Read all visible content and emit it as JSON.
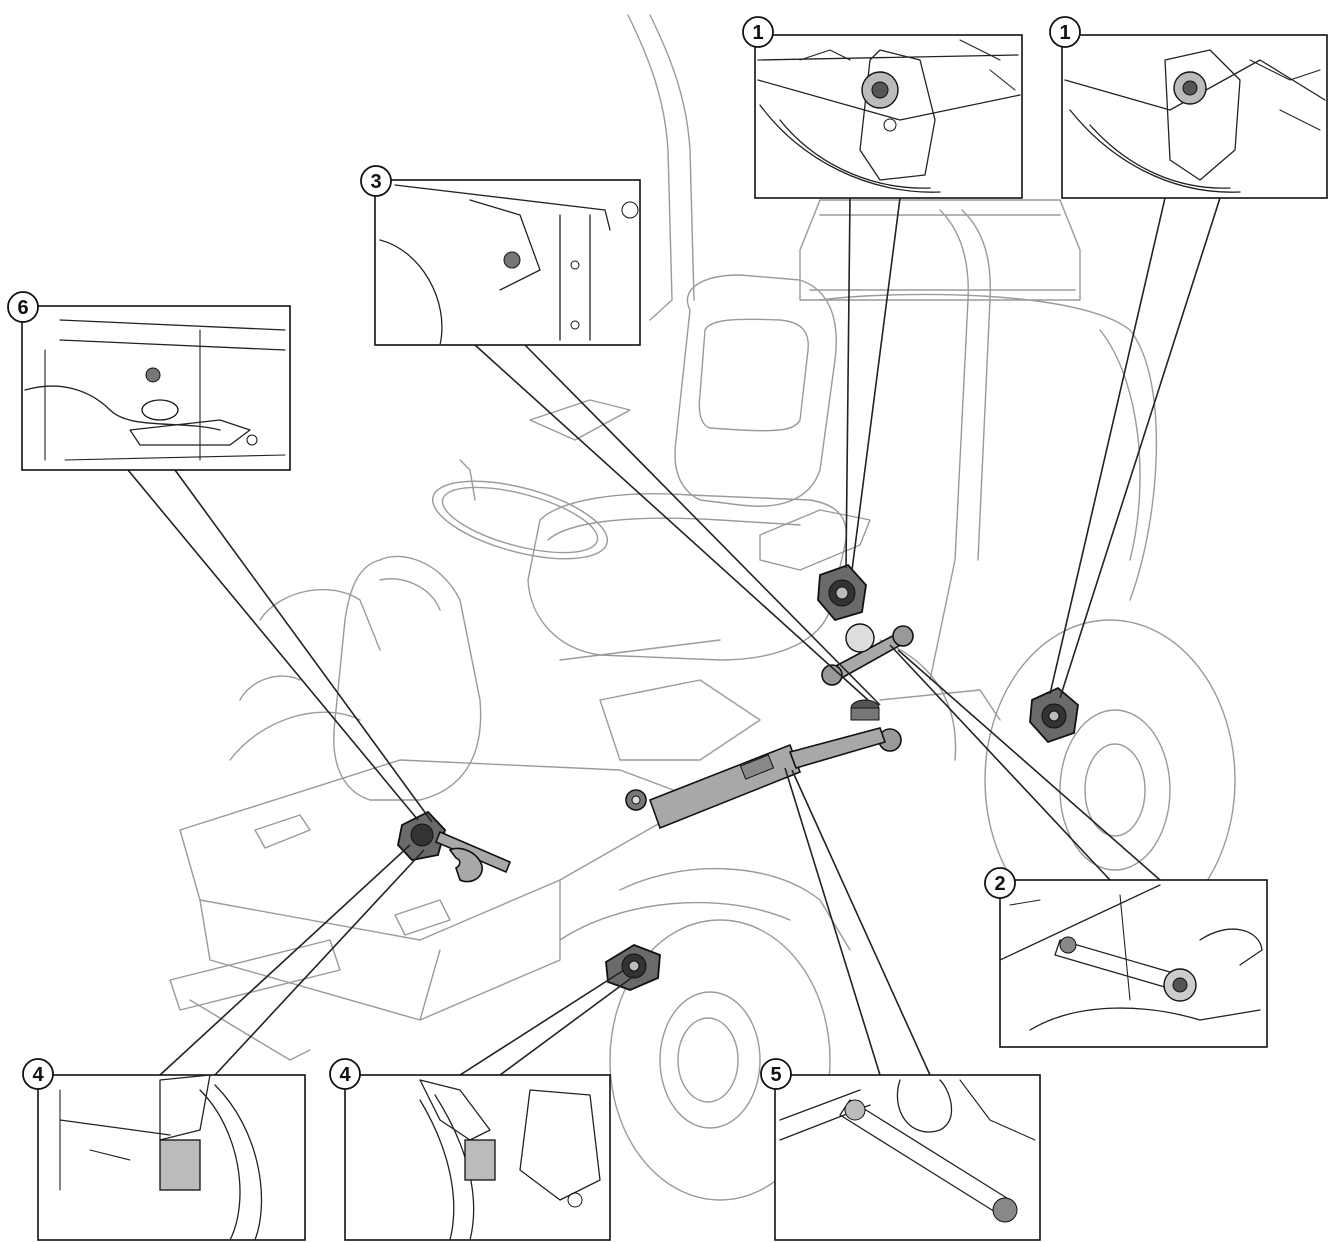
{
  "callouts": [
    {
      "id": "c1a",
      "label": "1"
    },
    {
      "id": "c1b",
      "label": "1"
    },
    {
      "id": "c2",
      "label": "2"
    },
    {
      "id": "c3",
      "label": "3"
    },
    {
      "id": "c4a",
      "label": "4"
    },
    {
      "id": "c4b",
      "label": "4"
    },
    {
      "id": "c5",
      "label": "5"
    },
    {
      "id": "c6",
      "label": "6"
    }
  ],
  "colors": {
    "line": "#222222",
    "ghost": "#9a9a9a",
    "highlight": "#6a6a6a",
    "background": "#ffffff"
  }
}
